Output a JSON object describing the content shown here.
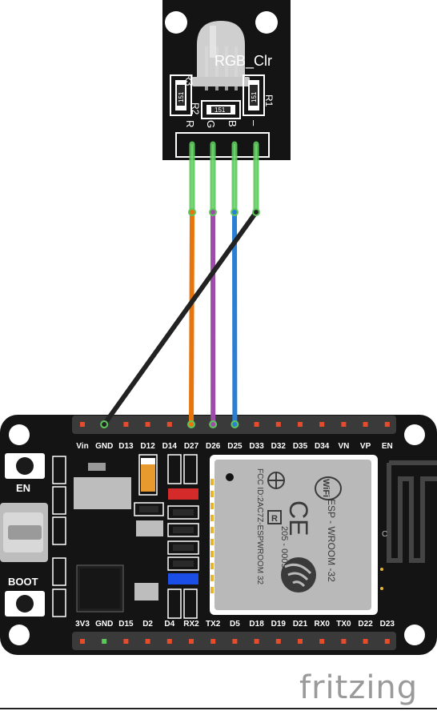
{
  "led_module": {
    "label": "RGB_Clr",
    "pin_labels": [
      "R",
      "G",
      "B",
      "–"
    ],
    "resistors": [
      {
        "name": "R3",
        "value": "151"
      },
      {
        "name": "R2",
        "value": "151"
      },
      {
        "name": "R1",
        "value": "151"
      }
    ]
  },
  "wires": [
    {
      "from": "R",
      "to": "D27",
      "color": "#e8740c"
    },
    {
      "from": "G",
      "to": "D26",
      "color": "#9b4da8"
    },
    {
      "from": "B",
      "to": "D25",
      "color": "#2a7fd4"
    },
    {
      "from": "–",
      "to": "GND",
      "color": "#222222"
    }
  ],
  "board": {
    "top_pins": [
      "Vin",
      "GND",
      "D13",
      "D12",
      "D14",
      "D27",
      "D26",
      "D25",
      "D33",
      "D32",
      "D35",
      "D34",
      "VN",
      "VP",
      "EN"
    ],
    "bottom_pins": [
      "3V3",
      "GND",
      "D15",
      "D2",
      "D4",
      "RX2",
      "TX2",
      "D5",
      "D18",
      "D19",
      "D21",
      "RX0",
      "TX0",
      "D22",
      "D23"
    ],
    "buttons": [
      "EN",
      "BOOT"
    ],
    "module_text": {
      "brand": "WiFi",
      "name": "ESP - WROOM -32",
      "id": "205 - 000519",
      "fcc": "FCC ID:2AC7Z-ESPWROOM 32",
      "r_mark": "R",
      "ce_mark": "CE",
      "antenna_label": "C"
    }
  },
  "watermark": "fritzing",
  "colors": {
    "board": "#141414",
    "silkscreen": "#ffffff",
    "header_pin": "#e84a2c",
    "wire_end": "#5cc85c"
  }
}
